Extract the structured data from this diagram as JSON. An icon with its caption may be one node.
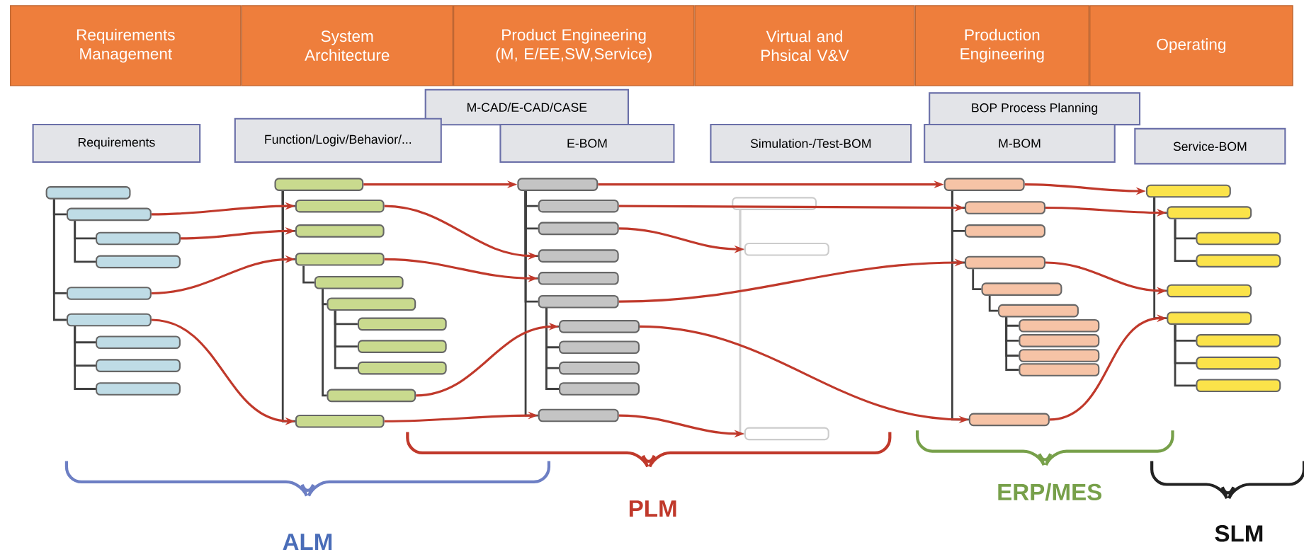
{
  "diagram": {
    "nodes": [
      {
        "text": [
          "Requirements Management"
        ]
      },
      {
        "text": [
          "System Architecture"
        ]
      },
      {
        "text": [
          "Product Engineering (M, E/EE,SW,Service)"
        ]
      },
      {
        "text": [
          "Virtual and Phsical V&V"
        ]
      },
      {
        "text": [
          "Production Engineering"
        ]
      },
      {
        "text": [
          "Operating"
        ]
      },
      {
        "text": [
          "M-CAD/E-CAD/CASE"
        ]
      },
      {
        "text": [
          "BOP Process Planning"
        ]
      },
      {
        "text": [
          "Requirements"
        ]
      },
      {
        "text": [
          "Function/Logiv/Behavior/..."
        ]
      },
      {
        "text": [
          "E-BOM"
        ]
      },
      {
        "text": [
          "Simulation-/Test-BOM"
        ]
      },
      {
        "text": [
          "M-BOM"
        ]
      },
      {
        "text": [
          "Service-BOM"
        ]
      },
      {
        "text": [],
        "shape": "bar"
      },
      {
        "text": [],
        "shape": "bar"
      },
      {
        "text": [],
        "shape": "bar"
      },
      {
        "text": [],
        "shape": "bar"
      },
      {
        "text": [],
        "shape": "bar"
      },
      {
        "text": [],
        "shape": "bar"
      },
      {
        "text": [],
        "shape": "bar"
      },
      {
        "text": [],
        "shape": "bar"
      },
      {
        "text": [],
        "shape": "bar"
      },
      {
        "text": [],
        "shape": "bar"
      },
      {
        "text": [],
        "shape": "bar"
      },
      {
        "text": [],
        "shape": "bar"
      },
      {
        "text": [],
        "shape": "bar"
      },
      {
        "text": [],
        "shape": "bar"
      },
      {
        "text": [],
        "shape": "bar"
      },
      {
        "text": [],
        "shape": "bar"
      },
      {
        "text": [],
        "shape": "bar"
      },
      {
        "text": [],
        "shape": "bar"
      },
      {
        "text": [],
        "shape": "bar"
      },
      {
        "text": [],
        "shape": "bar"
      },
      {
        "text": [],
        "shape": "bar"
      },
      {
        "text": [],
        "shape": "bar"
      },
      {
        "text": [],
        "shape": "bar"
      },
      {
        "text": [],
        "shape": "bar"
      },
      {
        "text": [],
        "shape": "bar"
      },
      {
        "text": [],
        "shape": "bar"
      },
      {
        "text": [],
        "shape": "bar"
      },
      {
        "text": [],
        "shape": "bar"
      },
      {
        "text": [],
        "shape": "bar"
      },
      {
        "text": [],
        "shape": "bar"
      },
      {
        "text": [],
        "shape": "bar"
      },
      {
        "text": [],
        "shape": "bar"
      },
      {
        "text": [],
        "shape": "bar"
      },
      {
        "text": [],
        "shape": "bar"
      },
      {
        "text": [],
        "shape": "bar"
      },
      {
        "text": [],
        "shape": "bar"
      },
      {
        "text": [],
        "shape": "bar"
      },
      {
        "text": [],
        "shape": "bar"
      },
      {
        "text": [],
        "shape": "bar"
      },
      {
        "text": [],
        "shape": "bar"
      },
      {
        "text": [],
        "shape": "bar"
      },
      {
        "text": [],
        "shape": "bar"
      },
      {
        "text": [],
        "shape": "bar"
      },
      {
        "text": [],
        "shape": "bar"
      },
      {
        "text": [],
        "shape": "bar"
      },
      {
        "text": [],
        "shape": "bar"
      },
      {
        "text": [],
        "shape": "bar"
      },
      {
        "text": [],
        "shape": "bar"
      },
      {
        "text": [],
        "shape": "bar"
      },
      {
        "text": [],
        "shape": "bar"
      },
      {
        "text": [],
        "shape": "bar"
      },
      {
        "text": [],
        "shape": "bar"
      },
      {
        "text": [],
        "shape": "bar"
      },
      {
        "text": [],
        "shape": "bar"
      }
    ],
    "edges": [
      {
        "from": 14,
        "to": 15,
        "arrow": "none"
      },
      {
        "from": 15,
        "to": 16,
        "arrow": "none"
      },
      {
        "from": 15,
        "to": 17,
        "arrow": "none"
      },
      {
        "from": 14,
        "to": 18,
        "arrow": "none"
      },
      {
        "from": 14,
        "to": 19,
        "arrow": "none"
      },
      {
        "from": 19,
        "to": 20,
        "arrow": "none"
      },
      {
        "from": 19,
        "to": 21,
        "arrow": "none"
      },
      {
        "from": 19,
        "to": 22,
        "arrow": "none"
      },
      {
        "from": 23,
        "to": 24,
        "arrow": "none"
      },
      {
        "from": 23,
        "to": 25,
        "arrow": "none"
      },
      {
        "from": 23,
        "to": 26,
        "arrow": "none"
      },
      {
        "from": 26,
        "to": 27,
        "arrow": "none"
      },
      {
        "from": 27,
        "to": 28,
        "arrow": "none"
      },
      {
        "from": 28,
        "to": 29,
        "arrow": "none"
      },
      {
        "from": 28,
        "to": 30,
        "arrow": "none"
      },
      {
        "from": 28,
        "to": 31,
        "arrow": "none"
      },
      {
        "from": 27,
        "to": 32,
        "arrow": "none"
      },
      {
        "from": 23,
        "to": 33,
        "arrow": "none"
      },
      {
        "from": 34,
        "to": 35,
        "arrow": "none"
      },
      {
        "from": 34,
        "to": 36,
        "arrow": "none"
      },
      {
        "from": 34,
        "to": 37,
        "arrow": "none"
      },
      {
        "from": 34,
        "to": 38,
        "arrow": "none"
      },
      {
        "from": 34,
        "to": 39,
        "arrow": "none"
      },
      {
        "from": 39,
        "to": 40,
        "arrow": "none"
      },
      {
        "from": 39,
        "to": 41,
        "arrow": "none"
      },
      {
        "from": 39,
        "to": 42,
        "arrow": "none"
      },
      {
        "from": 39,
        "to": 43,
        "arrow": "none"
      },
      {
        "from": 34,
        "to": 44,
        "arrow": "none"
      },
      {
        "from": 45,
        "to": 46,
        "arrow": "none",
        "color": "#d0d0d0"
      },
      {
        "from": 45,
        "to": 47,
        "arrow": "none",
        "color": "#d0d0d0"
      },
      {
        "from": 48,
        "to": 49,
        "arrow": "none"
      },
      {
        "from": 48,
        "to": 50,
        "arrow": "none"
      },
      {
        "from": 48,
        "to": 51,
        "arrow": "none"
      },
      {
        "from": 51,
        "to": 52,
        "arrow": "none"
      },
      {
        "from": 52,
        "to": 53,
        "arrow": "none"
      },
      {
        "from": 53,
        "to": 54,
        "arrow": "none"
      },
      {
        "from": 53,
        "to": 55,
        "arrow": "none"
      },
      {
        "from": 53,
        "to": 56,
        "arrow": "none"
      },
      {
        "from": 53,
        "to": 57,
        "arrow": "none"
      },
      {
        "from": 48,
        "to": 58,
        "arrow": "none"
      },
      {
        "from": 59,
        "to": 60,
        "arrow": "none"
      },
      {
        "from": 60,
        "to": 61,
        "arrow": "none"
      },
      {
        "from": 60,
        "to": 62,
        "arrow": "none"
      },
      {
        "from": 59,
        "to": 63,
        "arrow": "none"
      },
      {
        "from": 59,
        "to": 64,
        "arrow": "none"
      },
      {
        "from": 64,
        "to": 65,
        "arrow": "none"
      },
      {
        "from": 64,
        "to": 66,
        "arrow": "none"
      },
      {
        "from": 64,
        "to": 67,
        "arrow": "none"
      },
      {
        "from": 15,
        "to": 24,
        "arrow": "to",
        "color": "#c0392b"
      },
      {
        "from": 16,
        "to": 25,
        "arrow": "to",
        "color": "#c0392b"
      },
      {
        "from": 18,
        "to": 26,
        "arrow": "to",
        "color": "#c0392b"
      },
      {
        "from": 19,
        "to": 33,
        "arrow": "to",
        "color": "#c0392b"
      },
      {
        "from": 23,
        "to": 34,
        "arrow": "to",
        "color": "#c0392b"
      },
      {
        "from": 24,
        "to": 37,
        "arrow": "to",
        "color": "#c0392b"
      },
      {
        "from": 26,
        "to": 38,
        "arrow": "to",
        "color": "#c0392b"
      },
      {
        "from": 32,
        "to": 40,
        "arrow": "to",
        "color": "#c0392b"
      },
      {
        "from": 33,
        "to": 44,
        "arrow": "to",
        "color": "#c0392b"
      },
      {
        "from": 34,
        "to": 48,
        "arrow": "to",
        "color": "#c0392b"
      },
      {
        "from": 35,
        "to": 49,
        "arrow": "to",
        "color": "#c0392b"
      },
      {
        "from": 36,
        "to": 46,
        "arrow": "to",
        "color": "#c0392b"
      },
      {
        "from": 39,
        "to": 51,
        "arrow": "to",
        "color": "#c0392b"
      },
      {
        "from": 40,
        "to": 58,
        "arrow": "to",
        "color": "#c0392b"
      },
      {
        "from": 44,
        "to": 47,
        "arrow": "to",
        "color": "#c0392b"
      },
      {
        "from": 48,
        "to": 59,
        "arrow": "to",
        "color": "#c0392b"
      },
      {
        "from": 49,
        "to": 60,
        "arrow": "to",
        "color": "#c0392b"
      },
      {
        "from": 51,
        "to": 63,
        "arrow": "to",
        "color": "#c0392b"
      },
      {
        "from": 58,
        "to": 64,
        "arrow": "to",
        "color": "#c0392b"
      }
    ],
    "labels": [
      "PLM",
      "ERP/MES",
      "SLM",
      "ALM"
    ]
  }
}
